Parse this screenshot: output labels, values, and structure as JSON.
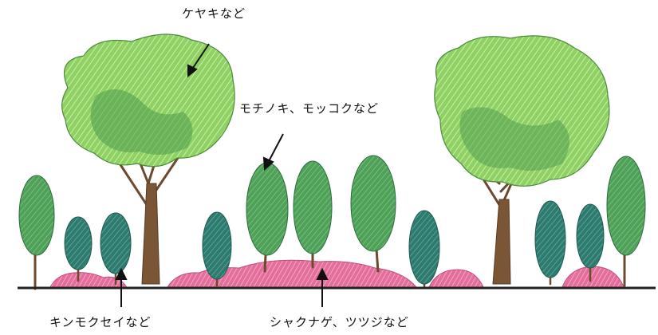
{
  "labels": {
    "keyaki": "ケヤキなど",
    "mochinoki": "モチノキ、モッコクなど",
    "kinmokusei": "キンモクセイなど",
    "shakunage": "シャクナゲ、ツツジなど"
  },
  "colors": {
    "light_green": "#8ccf5a",
    "mid_green": "#5fae4a",
    "dark_green": "#2f7d52",
    "teal": "#2d7b6e",
    "trunk": "#6b4a2f",
    "pink": "#e06a97",
    "ground": "#222222"
  }
}
